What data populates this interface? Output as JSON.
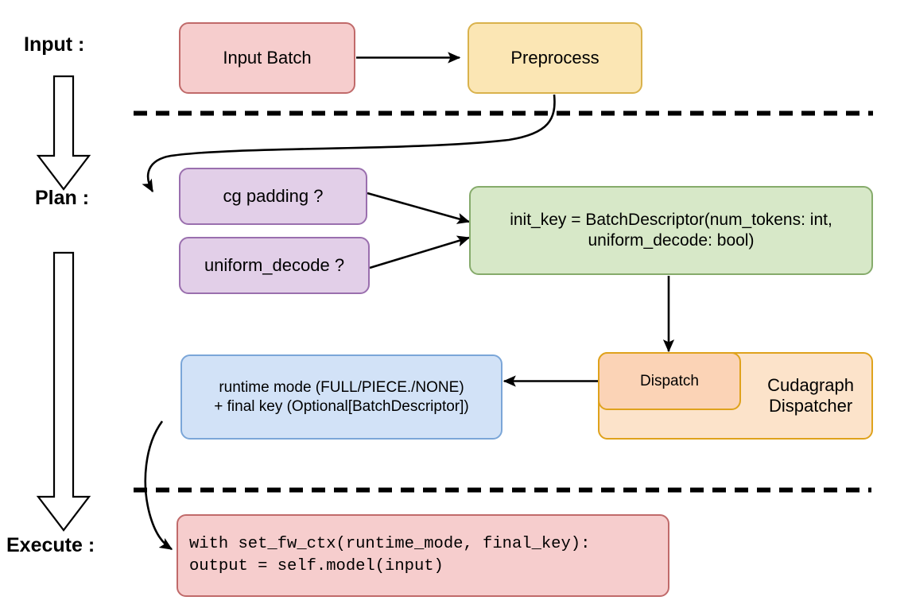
{
  "diagram": {
    "title_present": false,
    "stages": [
      {
        "id": "input",
        "label": "Input :"
      },
      {
        "id": "plan",
        "label": "Plan :"
      },
      {
        "id": "execute",
        "label": "Execute :"
      }
    ],
    "nodes": [
      {
        "id": "input_batch",
        "label": "Input Batch",
        "fill": "#f6cdcd",
        "stroke": "#c06a6a"
      },
      {
        "id": "preprocess",
        "label": "Preprocess",
        "fill": "#fbe6b4",
        "stroke": "#d9b24c"
      },
      {
        "id": "cg_padding",
        "label": "cg padding ?",
        "fill": "#e2cfe8",
        "stroke": "#9a6fae"
      },
      {
        "id": "uniform_decode",
        "label": "uniform_decode ?",
        "fill": "#e2cfe8",
        "stroke": "#9a6fae"
      },
      {
        "id": "init_key",
        "label": "init_key = BatchDescriptor(num_tokens: int,\nuniform_decode: bool)",
        "fill": "#d7e8c8",
        "stroke": "#86ab6b"
      },
      {
        "id": "cudagraph_dispatcher",
        "label": "Cudagraph\nDispatcher",
        "fill": "#fce3ca",
        "stroke": "#dfa21c"
      },
      {
        "id": "dispatch",
        "label": "Dispatch",
        "fill": "#fbd3b6",
        "stroke": "#dfa21c"
      },
      {
        "id": "runtime_mode",
        "label": "runtime mode (FULL/PIECE./NONE)\n+ final key (Optional[BatchDescriptor])",
        "fill": "#d2e2f7",
        "stroke": "#7ba6d8"
      },
      {
        "id": "execute_code",
        "label": "with set_fw_ctx(runtime_mode, final_key):\n    output = self.model(input)",
        "fill": "#f6cdcd",
        "stroke": "#c06a6a"
      }
    ],
    "edges": [
      {
        "from": "input_batch",
        "to": "preprocess",
        "style": "straight-arrow"
      },
      {
        "from": "preprocess",
        "to": "cg_padding",
        "style": "curved-arrow"
      },
      {
        "from": "cg_padding",
        "to": "init_key",
        "style": "straight-arrow"
      },
      {
        "from": "uniform_decode",
        "to": "init_key",
        "style": "straight-arrow"
      },
      {
        "from": "init_key",
        "to": "dispatch",
        "style": "straight-arrow"
      },
      {
        "from": "dispatch",
        "to": "runtime_mode",
        "style": "straight-arrow"
      },
      {
        "from": "runtime_mode",
        "to": "execute_code",
        "style": "curved-arrow"
      }
    ],
    "separators": [
      {
        "id": "input-plan-divider",
        "style": "dashed"
      },
      {
        "id": "plan-execute-divider",
        "style": "dashed"
      }
    ],
    "flow_arrows": [
      {
        "id": "input-to-plan-block-arrow",
        "direction": "down"
      },
      {
        "id": "plan-to-execute-block-arrow",
        "direction": "down"
      }
    ],
    "colors": {
      "background": "#ffffff",
      "line": "#000000",
      "red_fill": "#f6cdcd",
      "red_stroke": "#c06a6a",
      "yellow_fill": "#fbe6b4",
      "yellow_stroke": "#d9b24c",
      "purple_fill": "#e2cfe8",
      "purple_stroke": "#9a6fae",
      "green_fill": "#d7e8c8",
      "green_stroke": "#86ab6b",
      "orange_fill": "#fce3ca",
      "orange_stroke": "#dfa21c",
      "orange_inner_fill": "#fbd3b6",
      "blue_fill": "#d2e2f7",
      "blue_stroke": "#7ba6d8"
    }
  }
}
